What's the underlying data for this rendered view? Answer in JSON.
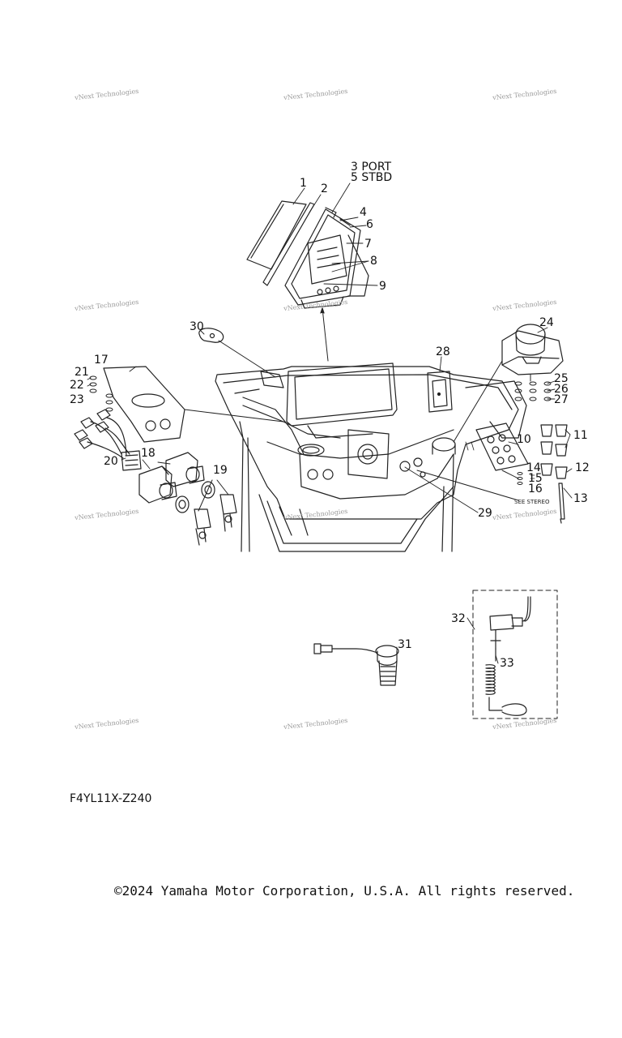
{
  "watermark": "vNext Technologies",
  "callouts": {
    "c1": "1",
    "c2": "2",
    "c3": "3 PORT",
    "c5": "5 STBD",
    "c4": "4",
    "c6": "6",
    "c7": "7",
    "c8": "8",
    "c9": "9",
    "c10": "10",
    "c11": "11",
    "c12": "12",
    "c13": "13",
    "c14": "14",
    "c15": "15",
    "c16": "16",
    "c17": "17",
    "c18": "18",
    "c19": "19",
    "c20": "20",
    "c21": "21",
    "c22": "22",
    "c23": "23",
    "c24": "24",
    "c25": "25",
    "c26": "26",
    "c27": "27",
    "c28": "28",
    "c29": "29",
    "c30": "30",
    "c31": "31",
    "c32": "32",
    "c33": "33"
  },
  "see_stereo": "SEE STEREO",
  "diagram_code": "F4YL11X-Z240",
  "copyright": "©2024 Yamaha Motor Corporation, U.S.A. All rights reserved."
}
